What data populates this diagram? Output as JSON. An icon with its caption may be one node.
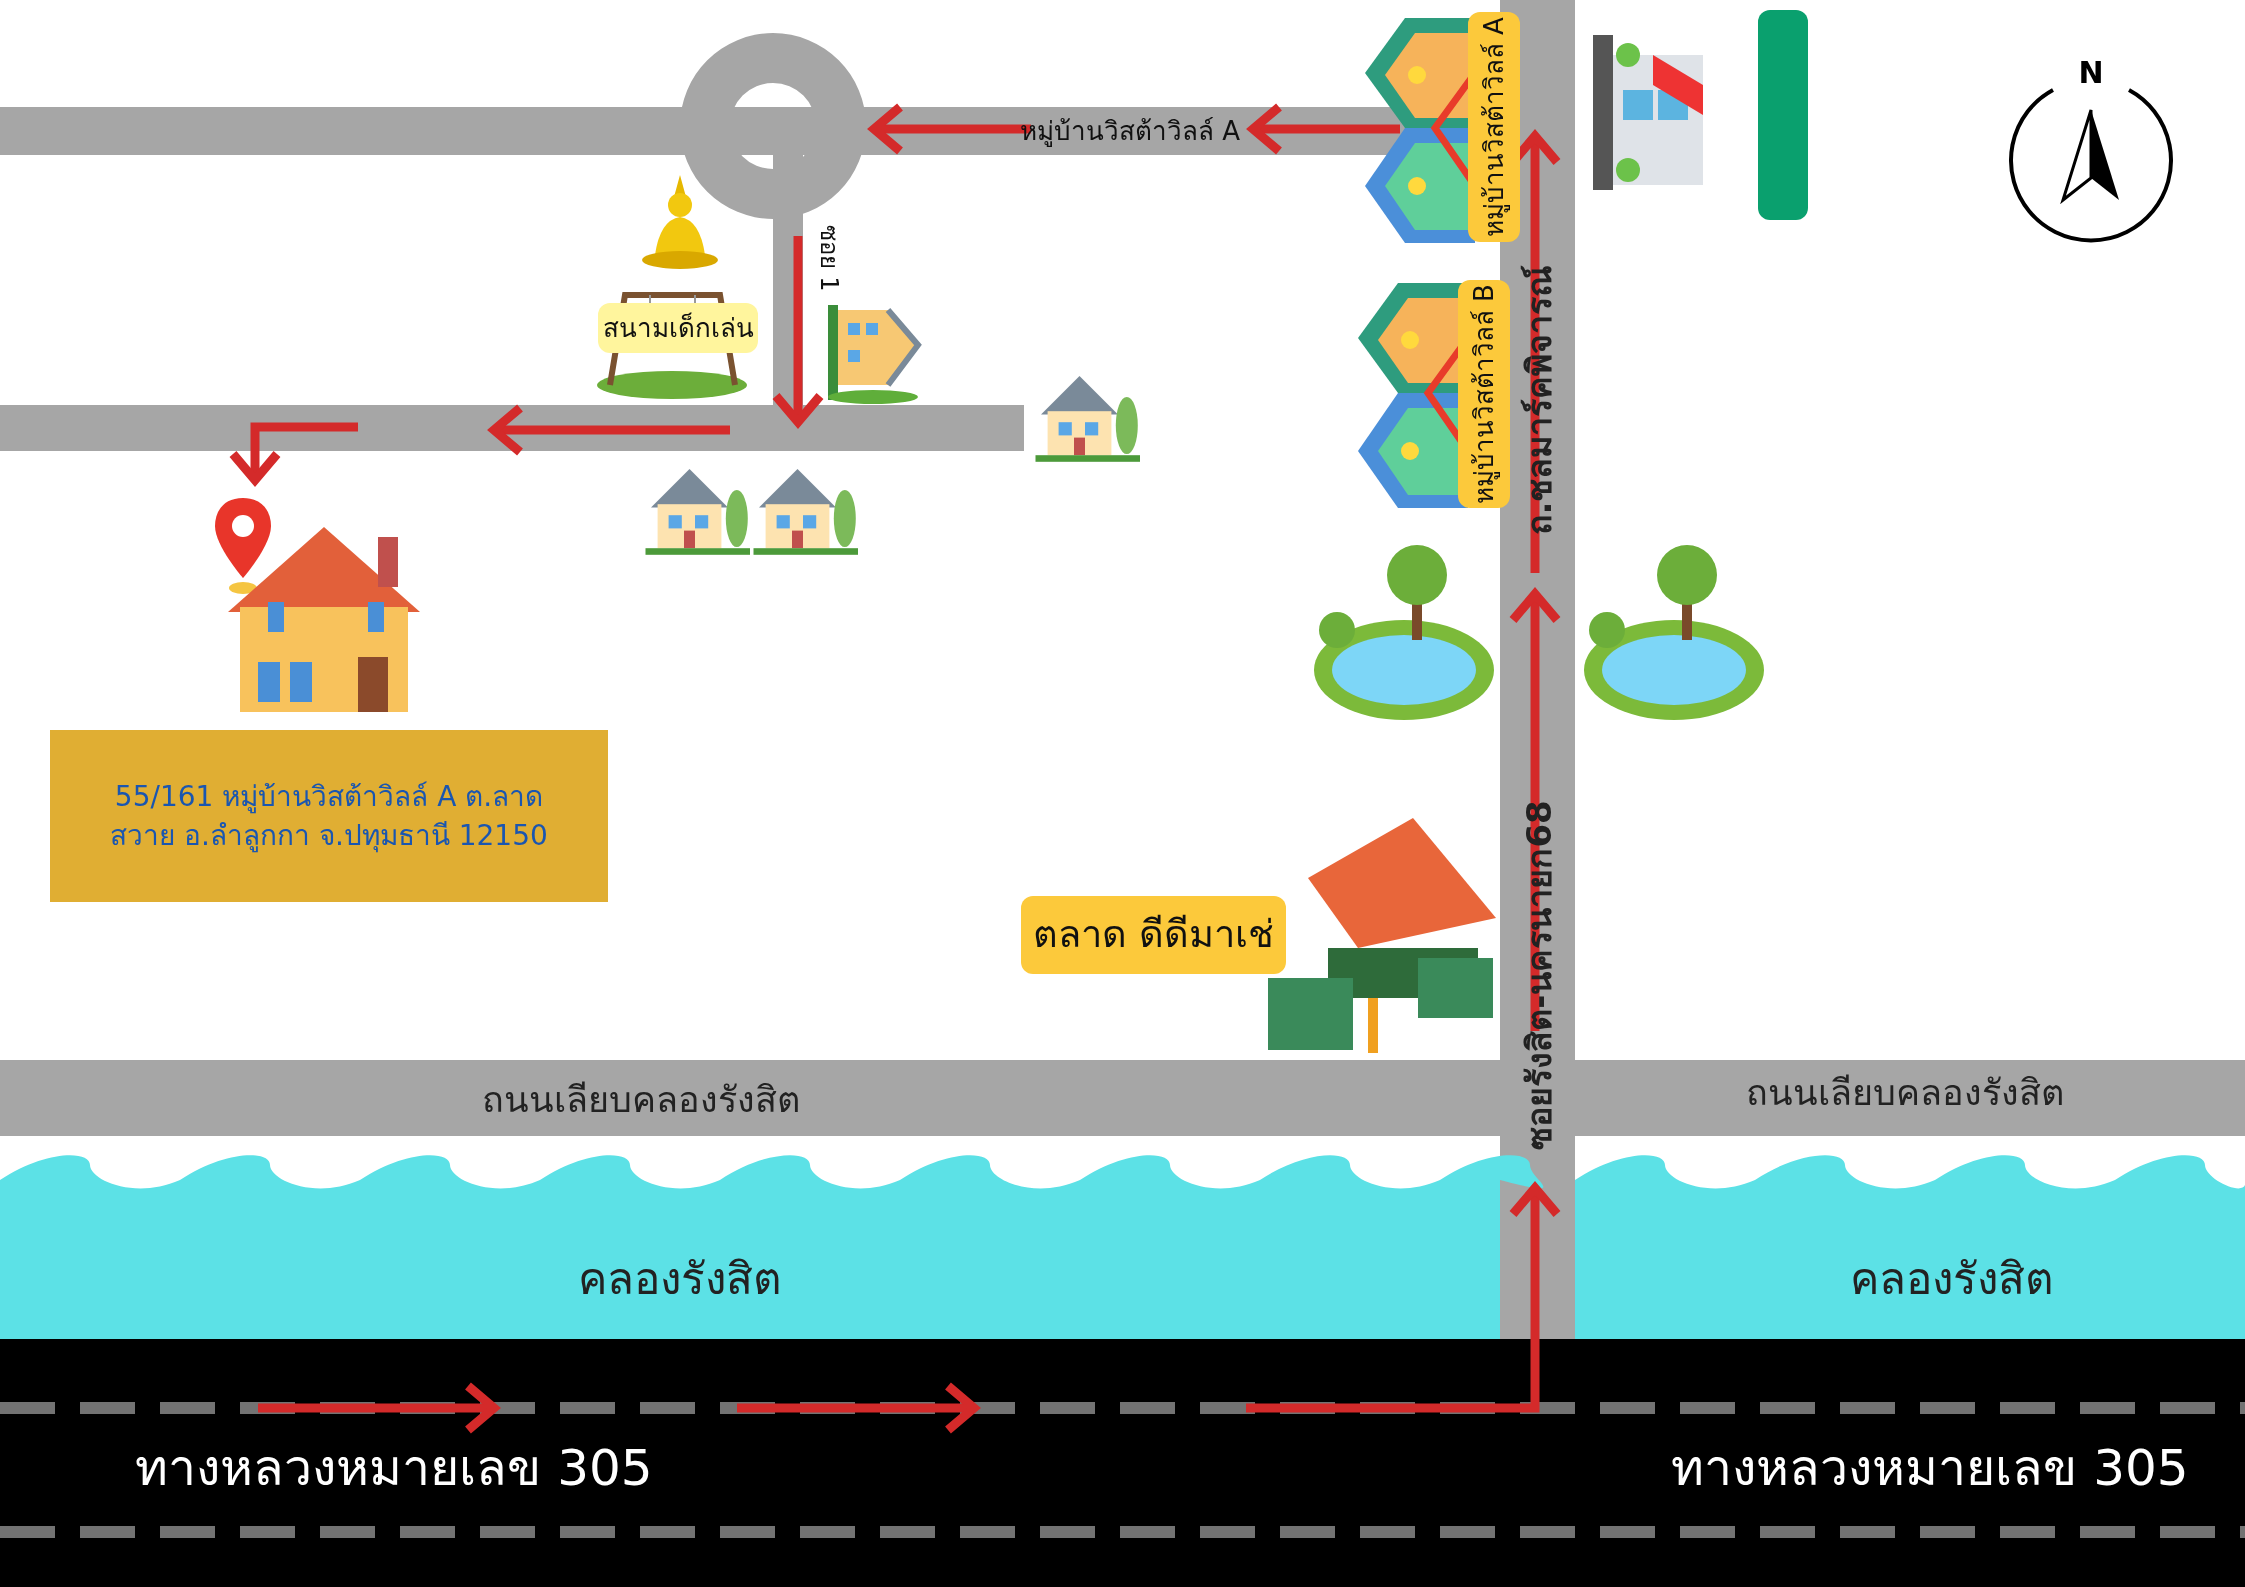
{
  "diagram": {
    "nodes": [
      {
        "text": [
          "หมู่บ้านวิสต้าวิลล์ A"
        ]
      },
      {
        "text": [
          "หมู่บ้านวิสต้าวิลล์ B"
        ]
      },
      {
        "text": [],
        "shape": "box"
      },
      {
        "text": [
          "สนามเด็กเล่น"
        ]
      },
      {
        "text": [
          "55/161 หมู่บ้านวิสต้าวิลล์ A ต.ลาดสวาย อ.ลำลูกกา จ.ปทุมธานี 12150"
        ]
      },
      {
        "text": [
          "ตลาด ดีดีมาเช่"
        ]
      }
    ],
    "labels": [
      "หมู่บ้านวิสต้าวิลล์ A",
      "ซอย 1",
      "ถ.ชลมาร์คพิจารณ์",
      "ซอยรังสิต-นครนายก68",
      "ถนนเลียบคลองรังสิต",
      "ถนนเลียบคลองรังสิต",
      "คลองรังสิต",
      "คลองรังสิต",
      "ทางหลวงหมายเลข 305",
      "ทางหลวงหมายเลข 305",
      "N"
    ]
  }
}
